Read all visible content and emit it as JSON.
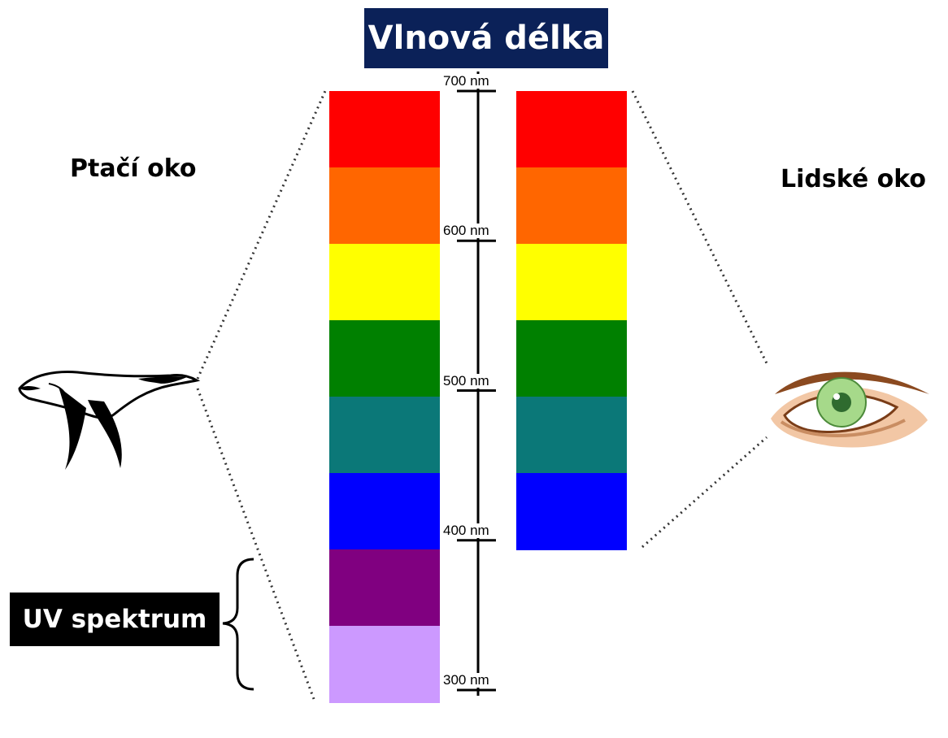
{
  "title": "Vlnová délka",
  "bird_label": "Ptačí oko",
  "human_label": "Lidské oko",
  "uv_label": "UV spektrum",
  "scale_ticks": [
    {
      "value": 700,
      "label": "700 nm"
    },
    {
      "value": 600,
      "label": "600 nm"
    },
    {
      "value": 500,
      "label": "500 nm"
    },
    {
      "value": 400,
      "label": "400 nm"
    },
    {
      "value": 300,
      "label": "300 nm"
    }
  ],
  "bird_spectrum": [
    "#ff0000",
    "#ff6600",
    "#ffff00",
    "#008000",
    "#0b7878",
    "#0000ff",
    "#800080",
    "#cc99ff"
  ],
  "human_spectrum": [
    "#ff0000",
    "#ff6600",
    "#ffff00",
    "#008000",
    "#0b7878",
    "#0000ff"
  ],
  "colors": {
    "title_bg": "#0b2158",
    "uv_bg": "#000000"
  },
  "icons": {
    "bird": "flying-goose-icon",
    "eye": "human-eye-icon"
  }
}
